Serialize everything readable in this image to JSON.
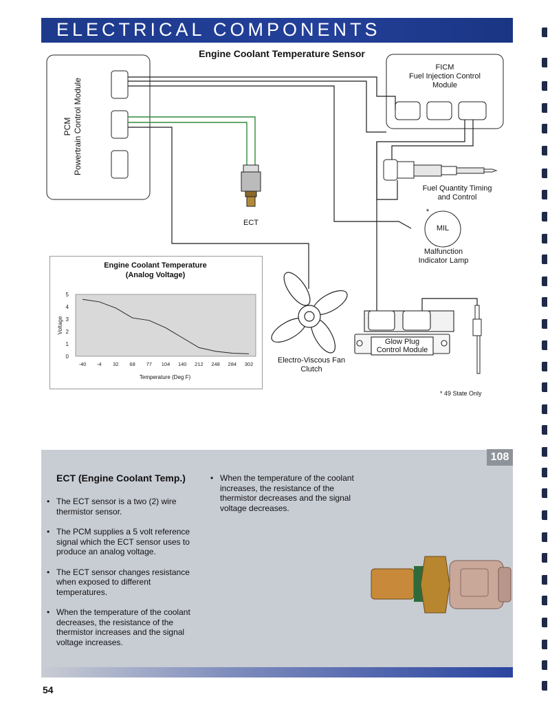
{
  "header": {
    "title": "ELECTRICAL COMPONENTS"
  },
  "diagram": {
    "title": "Engine Coolant Temperature Sensor",
    "pcm_label": "PCM\nPowertrain Control Module",
    "pcm_label_line1": "PCM",
    "pcm_label_line2": "Powertrain Control Module",
    "ficm_line1": "FICM",
    "ficm_line2": "Fuel Injection Control",
    "ficm_line3": "Module",
    "injector_line1": "Fuel Quantity Timing",
    "injector_line2": "and Control",
    "ect_label": "ECT",
    "mil_label": "MIL",
    "mil_asterisk": "*",
    "mil_caption_line1": "Malfunction",
    "mil_caption_line2": "Indicator Lamp",
    "fan_line1": "Electro-Viscous Fan",
    "fan_line2": "Clutch",
    "glow_line1": "Glow Plug",
    "glow_line2": "Control Module",
    "footnote": "* 49 State Only",
    "colors": {
      "signal_wire": "#2e8b3a",
      "wire": "#1a1a1a",
      "sensor_body": "#8a6a2a"
    }
  },
  "chart_data": {
    "type": "line",
    "title_line1": "Engine Coolant Temperature",
    "title_line2": "(Analog Voltage)",
    "xlabel": "Temperature (Deg F)",
    "ylabel": "Voltage",
    "categories": [
      "-40",
      "-4",
      "32",
      "68",
      "77",
      "104",
      "140",
      "212",
      "248",
      "284",
      "302"
    ],
    "values": [
      4.6,
      4.4,
      3.9,
      3.1,
      2.9,
      2.3,
      1.5,
      0.7,
      0.4,
      0.25,
      0.2
    ],
    "yticks": [
      0,
      1,
      2,
      3,
      4,
      5
    ],
    "ylim": [
      0,
      5
    ],
    "grid": false,
    "plot_background": "#d9d9d9"
  },
  "panel": {
    "slide_number": "108",
    "heading": "ECT (Engine Coolant Temp.)",
    "left_bullets": [
      "The ECT sensor is a two (2) wire thermistor sensor.",
      "The PCM supplies a 5 volt reference signal which the ECT sensor uses to produce an analog voltage.",
      "The ECT sensor changes resistance when exposed to different temperatures.",
      "When the temperature of the coolant decreases, the resistance of the thermistor increases and the signal voltage increases."
    ],
    "right_bullets": [
      "When the temperature of the coolant increases, the resistance of the thermistor decreases and the signal voltage decreases."
    ]
  },
  "footer": {
    "page_number": "54"
  }
}
